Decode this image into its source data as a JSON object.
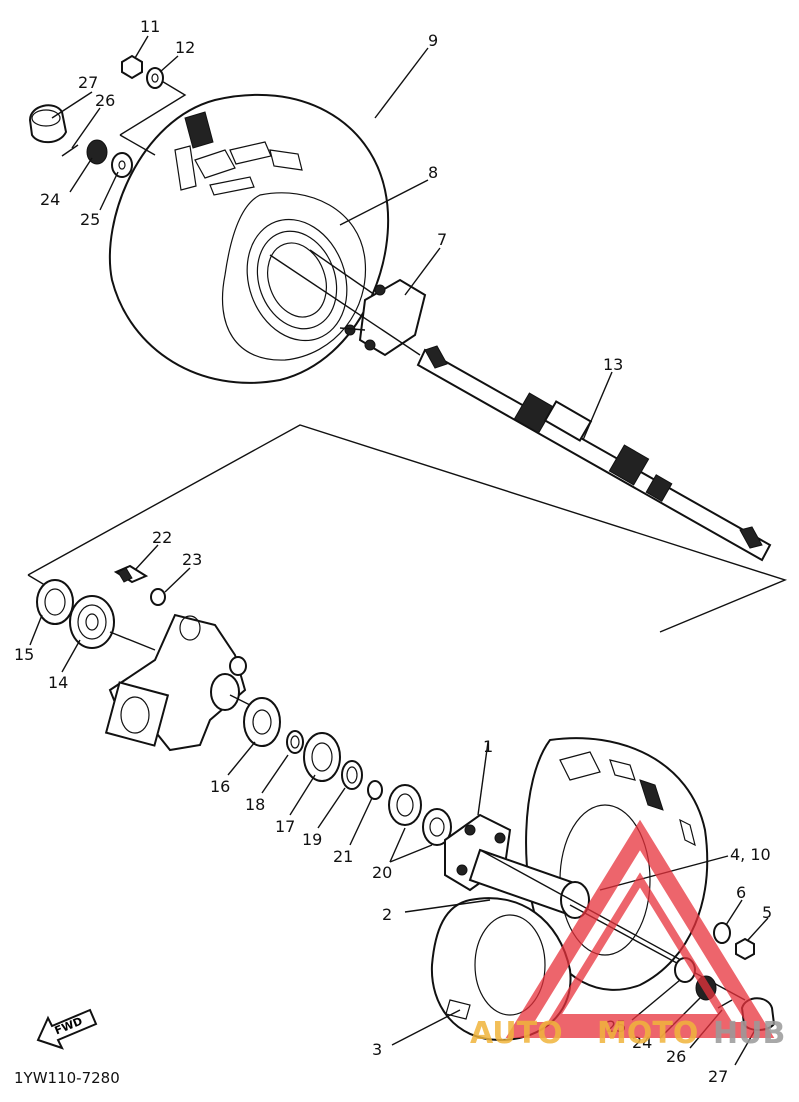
{
  "diagram": {
    "labels": {
      "p1": "1",
      "p2": "2",
      "p3": "3",
      "p4_10": "4, 10",
      "p5": "5",
      "p6": "6",
      "p7": "7",
      "p8": "8",
      "p9": "9",
      "p11": "11",
      "p12": "12",
      "p13": "13",
      "p14": "14",
      "p15": "15",
      "p16": "16",
      "p17": "17",
      "p18": "18",
      "p19": "19",
      "p20": "20",
      "p21": "21",
      "p22": "22",
      "p23": "23",
      "p24_top": "24",
      "p25_top": "25",
      "p26_top": "26",
      "p27_top": "27",
      "p24_bot": "24",
      "p25_bot": "25",
      "p26_bot": "26",
      "p27_bot": "27"
    },
    "fwd_label": "FWD",
    "drawing_code": "1YW110-7280",
    "watermark": {
      "prefix": "AUTO",
      "middle": "MOTO",
      "suffix": "HUB",
      "accent_color": "#e8323c",
      "gold_color": "#f0b43c",
      "gray_color": "#9a9a9a"
    }
  }
}
